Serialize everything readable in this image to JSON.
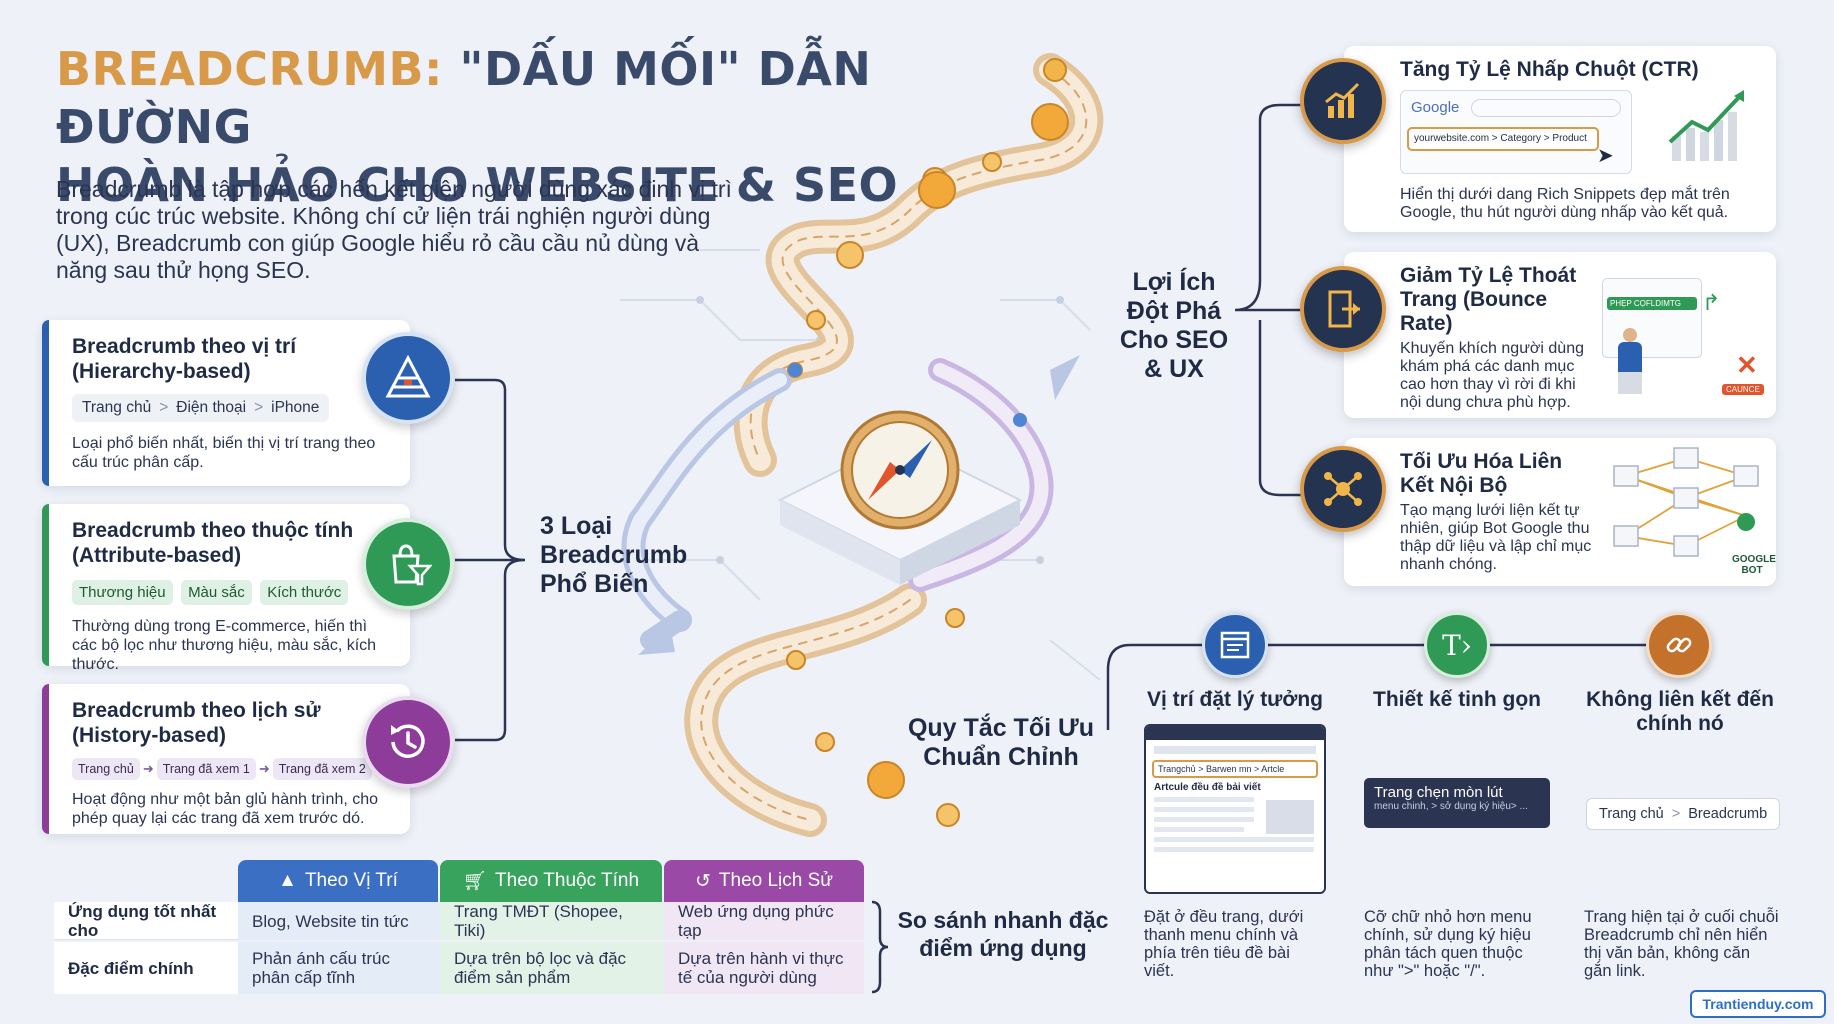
{
  "header": {
    "title_highlight": "BREADCRUMB:",
    "title_rest_line1": "\"DẤU MỐI\" DẪN ĐƯỜNG",
    "title_line2": "HOÀN HẢO CHO WEBSITE & SEO",
    "intro": "Breadcrumb là tập hợp các hến kết giện người dùng xác đinh vị trì trong cúc trúc website. Không chí cử liện trái nghiện người dùng (UX), Breadcrumb con giúp Google hiểu rỏ cầu cầu nủ dùng và năng sau thử họng SEO."
  },
  "types_label": "3 Loại Breadcrumb Phổ Biến",
  "types": [
    {
      "title": "Breadcrumb theo vị trí (Hierarchy-based)",
      "crumbs": [
        "Trang chủ",
        "Điện thoại",
        "iPhone"
      ],
      "desc": "Loại phổ biến nhất, biến thị vị trí trang theo cấu trúc phân cấp.",
      "icon": "pyramid-icon",
      "color": "#2b5fb0"
    },
    {
      "title": "Breadcrumb theo thuộc tính (Attribute-based)",
      "tags": [
        "Thương hiệu",
        "Màu sắc",
        "Kích thước"
      ],
      "desc": "Thường dùng trong E-commerce, hiến thì các bộ lọc như thương hiệu, màu sắc, kích thước.",
      "icon": "shopping-bag-filter-icon",
      "color": "#2f9a55"
    },
    {
      "title": "Breadcrumb theo lịch sử (History-based)",
      "history": [
        "Trang chủ",
        "Trang đã xem 1",
        "Trang đã xem 2"
      ],
      "desc": "Hoạt động như một bản glủ hành trình, cho phép quay lại các trang đã xem trước dó.",
      "icon": "history-clock-icon",
      "color": "#8e3c9a"
    }
  ],
  "benefits_label": "Lợi Ích Đột Phá Cho SEO & UX",
  "benefits": [
    {
      "title": "Tăng Tỷ Lệ Nhấp Chuột (CTR)",
      "google_logo": "Google",
      "snippet": "yourwebsite.com > Category > Product",
      "desc": "Hiển thị dưới dang Rich Snippets đẹp mắt trên Google, thu hút người dùng nhấp vào kết quả.",
      "icon": "growth-chart-icon"
    },
    {
      "title": "Giảm Tỷ Lệ Thoát Trang (Bounce Rate)",
      "illus_label": "PHẸP CỌFLDIMTG",
      "illus_cancel": "CAUNCE",
      "desc": "Khuyến khích người dùng khám phá các danh mục cao hơn thay vì rời đi khi nội dung chưa phù hợp.",
      "icon": "exit-door-icon"
    },
    {
      "title": "Tối Ưu Hóa Liên Kết Nội Bộ",
      "bot_label": "GOOGLE BOT",
      "desc": "Tạo mạng lưới liện kết tự nhiên, giúp Bot Google thu thập dữ liệu và lập chỉ mục nhanh chóng.",
      "icon": "network-nodes-icon"
    }
  ],
  "rules_label": "Quy Tắc Tối Ưu Chuẩn Chỉnh",
  "rules": [
    {
      "title": "Vị trí đặt lý tưởng",
      "mock_crumb": "Trangchủ > Barwen mn > Artcle",
      "mock_heading": "Artcule đều đề bải viết",
      "desc": "Đặt ở đều trang, dưới thanh menu chính và phía trên tiêu đề bài viết.",
      "icon": "layout-icon"
    },
    {
      "title": "Thiết kế tinh gọn",
      "box_title": "Trang chẹn mòn lút",
      "box_sub": "menu chinh, > sở dụng ký hiệu> ...",
      "desc": "Cỡ chữ nhỏ hơn menu chính, sử dụng ký hiệu phân tách quen thuộc như \">\" hoặc \"/\".",
      "icon": "text-size-icon"
    },
    {
      "title": "Không liên kết đến chính nó",
      "crumbs": [
        "Trang chủ",
        "Breadcrumb"
      ],
      "desc": "Trang hiện tại ở cuối chuỗi Breadcrumb chỉ nên hiển thị văn bản, không căn gắn link.",
      "icon": "link-icon"
    }
  ],
  "comparison": {
    "label": "So sánh nhanh đặc điểm ứng dụng",
    "columns": [
      "Theo Vị Trí",
      "Theo Thuộc Tính",
      "Theo Lịch Sử"
    ],
    "rows": [
      {
        "label": "Ứng dụng tốt nhất cho",
        "cells": [
          "Blog, Website tin tức",
          "Trang TMĐT (Shopee, Tiki)",
          "Web ứng dụng phức tạp"
        ]
      },
      {
        "label": "Đặc điểm chính",
        "cells": [
          "Phản ánh cấu trúc phân cấp tĩnh",
          "Dựa trên bộ lọc và đặc điểm sản phẩm",
          "Dựa trên hành vi thực tế của người dùng"
        ]
      }
    ]
  },
  "site": "Trantienduy.com",
  "colors": {
    "accent": "#d89a48",
    "navy": "#24334f",
    "blue": "#2b5fb0",
    "green": "#2f9a55",
    "purple": "#8e3c9a"
  }
}
